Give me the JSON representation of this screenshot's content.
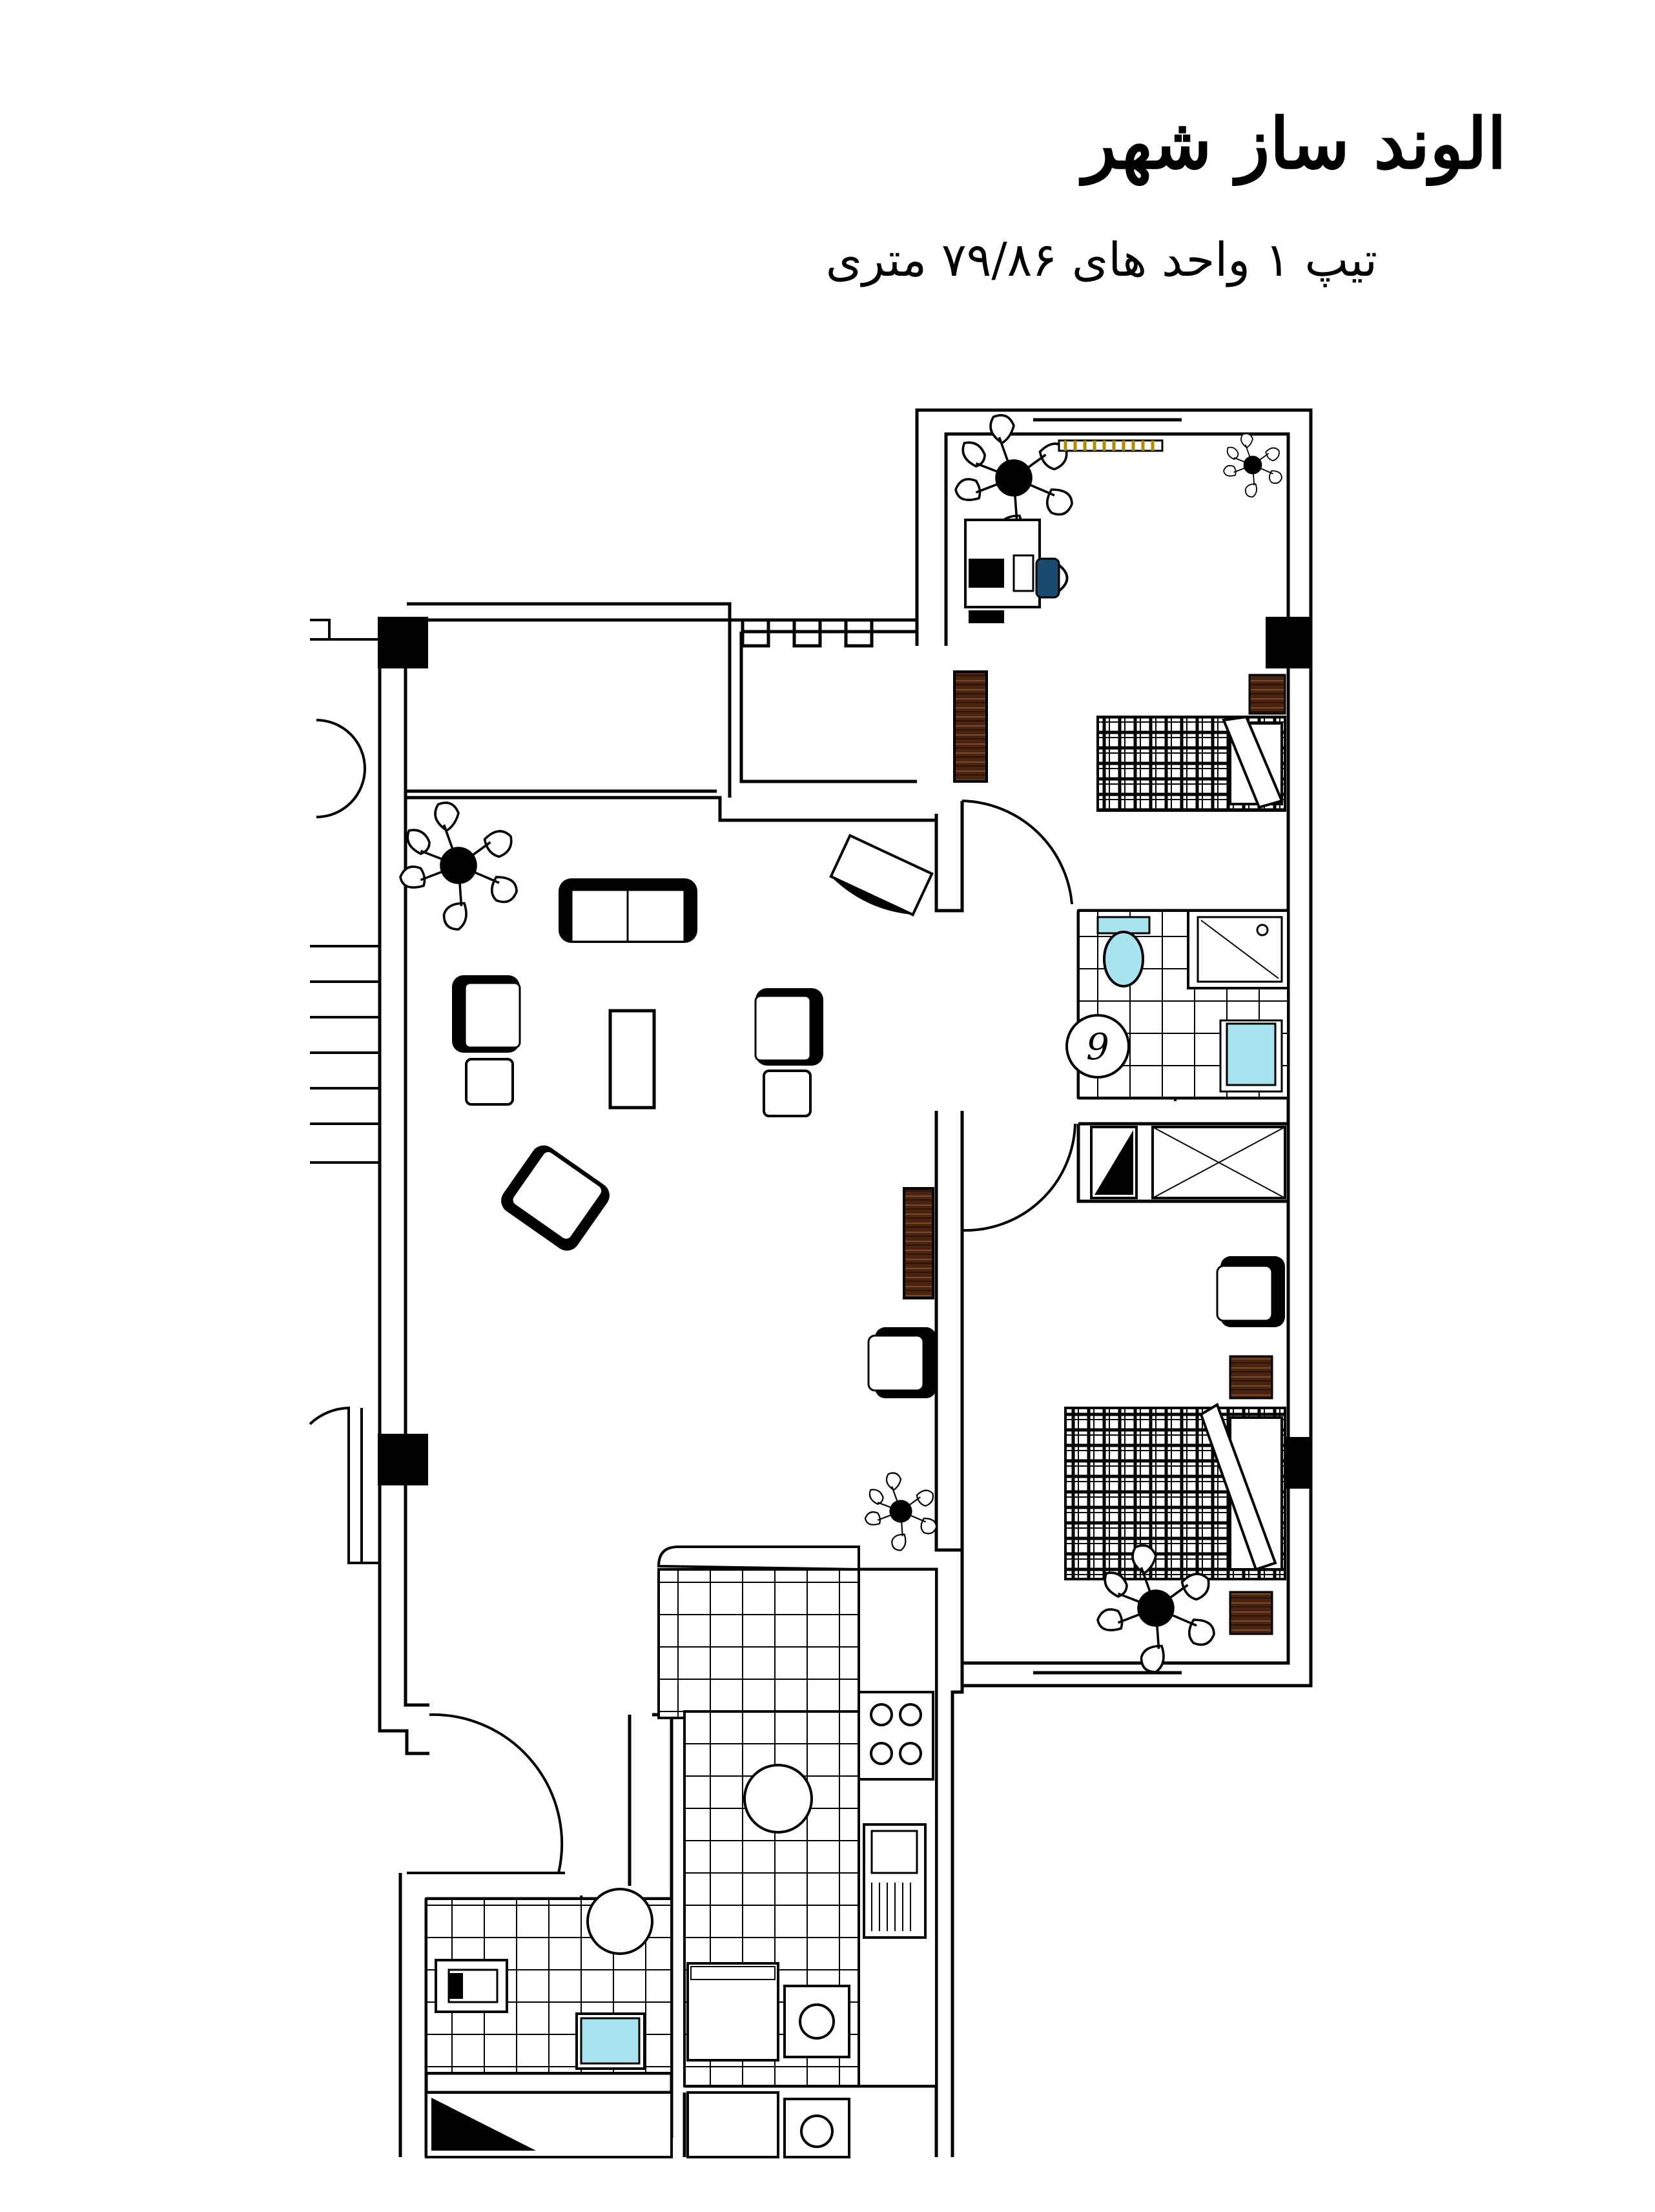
{
  "header": {
    "title": "الوند ساز شهر",
    "subtitle": "تیپ ۱ واحد های ۷۹/۸۶ متری"
  },
  "plan": {
    "bathroom_label": "9"
  },
  "colors": {
    "wall": "#000000",
    "background": "#ffffff",
    "fixture_blue": "#a8e4f0",
    "wardrobe_brown": "#5a2e10"
  }
}
